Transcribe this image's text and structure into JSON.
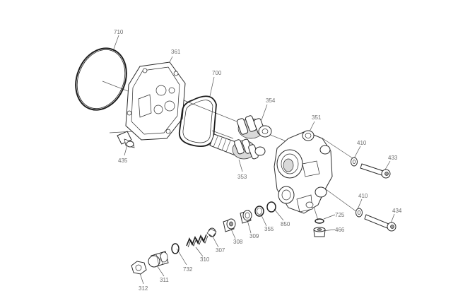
{
  "diagram": {
    "labels": {
      "p710": "710",
      "p361": "361",
      "p700": "700",
      "p354": "354",
      "p351": "351",
      "p435": "435",
      "p353": "353",
      "p410a": "410",
      "p433": "433",
      "p410b": "410",
      "p434": "434",
      "p725": "725",
      "p466": "466",
      "p850": "850",
      "p355": "355",
      "p309": "309",
      "p308": "308",
      "p307": "307",
      "p310": "310",
      "p732": "732",
      "p311": "311",
      "p312": "312"
    }
  }
}
